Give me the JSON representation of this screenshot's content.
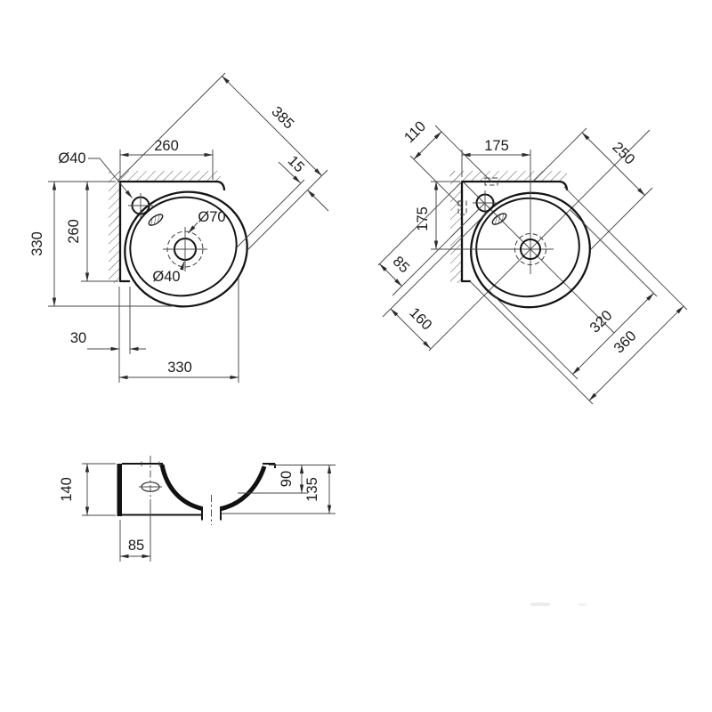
{
  "drawing": {
    "type": "technical-drawing",
    "subject": "corner washbasin dimensional drawing",
    "background": "#ffffff",
    "line_color": "#151515",
    "views": {
      "top_view_a": {
        "name": "plan view with overall dimensions",
        "dims": {
          "top_width": "260",
          "diagonal_width": "385",
          "rim_thickness": "15",
          "faucet_hole_dia": "Ø40",
          "side_height": "330",
          "ledge_height": "260",
          "drain_flange_dia": "Ø70",
          "drain_hole_dia": "Ø40",
          "side_offset": "30",
          "bottom_width": "330"
        }
      },
      "top_view_b": {
        "name": "plan view with installation dimensions",
        "dims": {
          "mount_hole_spacing": "110",
          "drain_offset_x": "175",
          "diagonal_depth": "250",
          "drain_offset_y": "175",
          "faucet_diag_offset": "85",
          "bowl_near_offset": "160",
          "bowl_diagonal_dia": "320",
          "overall_diagonal": "360"
        }
      },
      "section_view": {
        "name": "side section view",
        "dims": {
          "back_height": "140",
          "bowl_depth": "90",
          "front_height": "135",
          "faucet_from_wall": "85"
        }
      }
    }
  }
}
